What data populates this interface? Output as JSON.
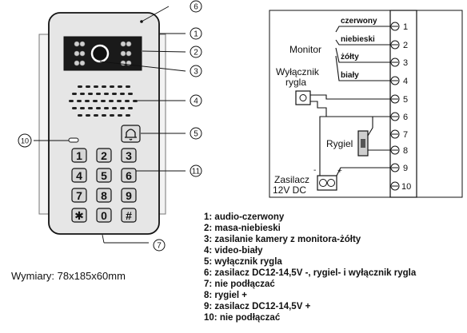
{
  "panel": {
    "callouts": [
      "1",
      "2",
      "3",
      "4",
      "5",
      "6",
      "7",
      "10",
      "11"
    ],
    "keypad": [
      "1",
      "2",
      "3",
      "4",
      "5",
      "6",
      "7",
      "8",
      "9",
      "✱",
      "0",
      "#"
    ]
  },
  "wiring": {
    "monitor_label": "Monitor",
    "wire_colors": [
      "czerwony",
      "niebieski",
      "żółty",
      "biały"
    ],
    "switch_label_line1": "Wyłącznik",
    "switch_label_line2": "rygla",
    "lock_label": "Rygiel",
    "power_label_line1": "Zasilacz",
    "power_label_line2": "12V DC",
    "minus_sign": "-",
    "plus_sign": "+",
    "terminals": [
      "1",
      "2",
      "3",
      "4",
      "5",
      "6",
      "7",
      "8",
      "9",
      "10"
    ]
  },
  "legend": [
    "1: audio-czerwony",
    "2: masa-niebieski",
    "3: zasilanie kamery z monitora-żółty",
    "4: video-biały",
    "5: wyłącznik rygla",
    "6: zasilacz DC12-14,5V -, rygiel- i wyłącznik rygla",
    "7: nie podłączać",
    "8: rygiel +",
    "9: zasilacz DC12-14,5V +",
    "10: nie podłączać"
  ],
  "dimensions": "Wymiary: 78x185x60mm"
}
